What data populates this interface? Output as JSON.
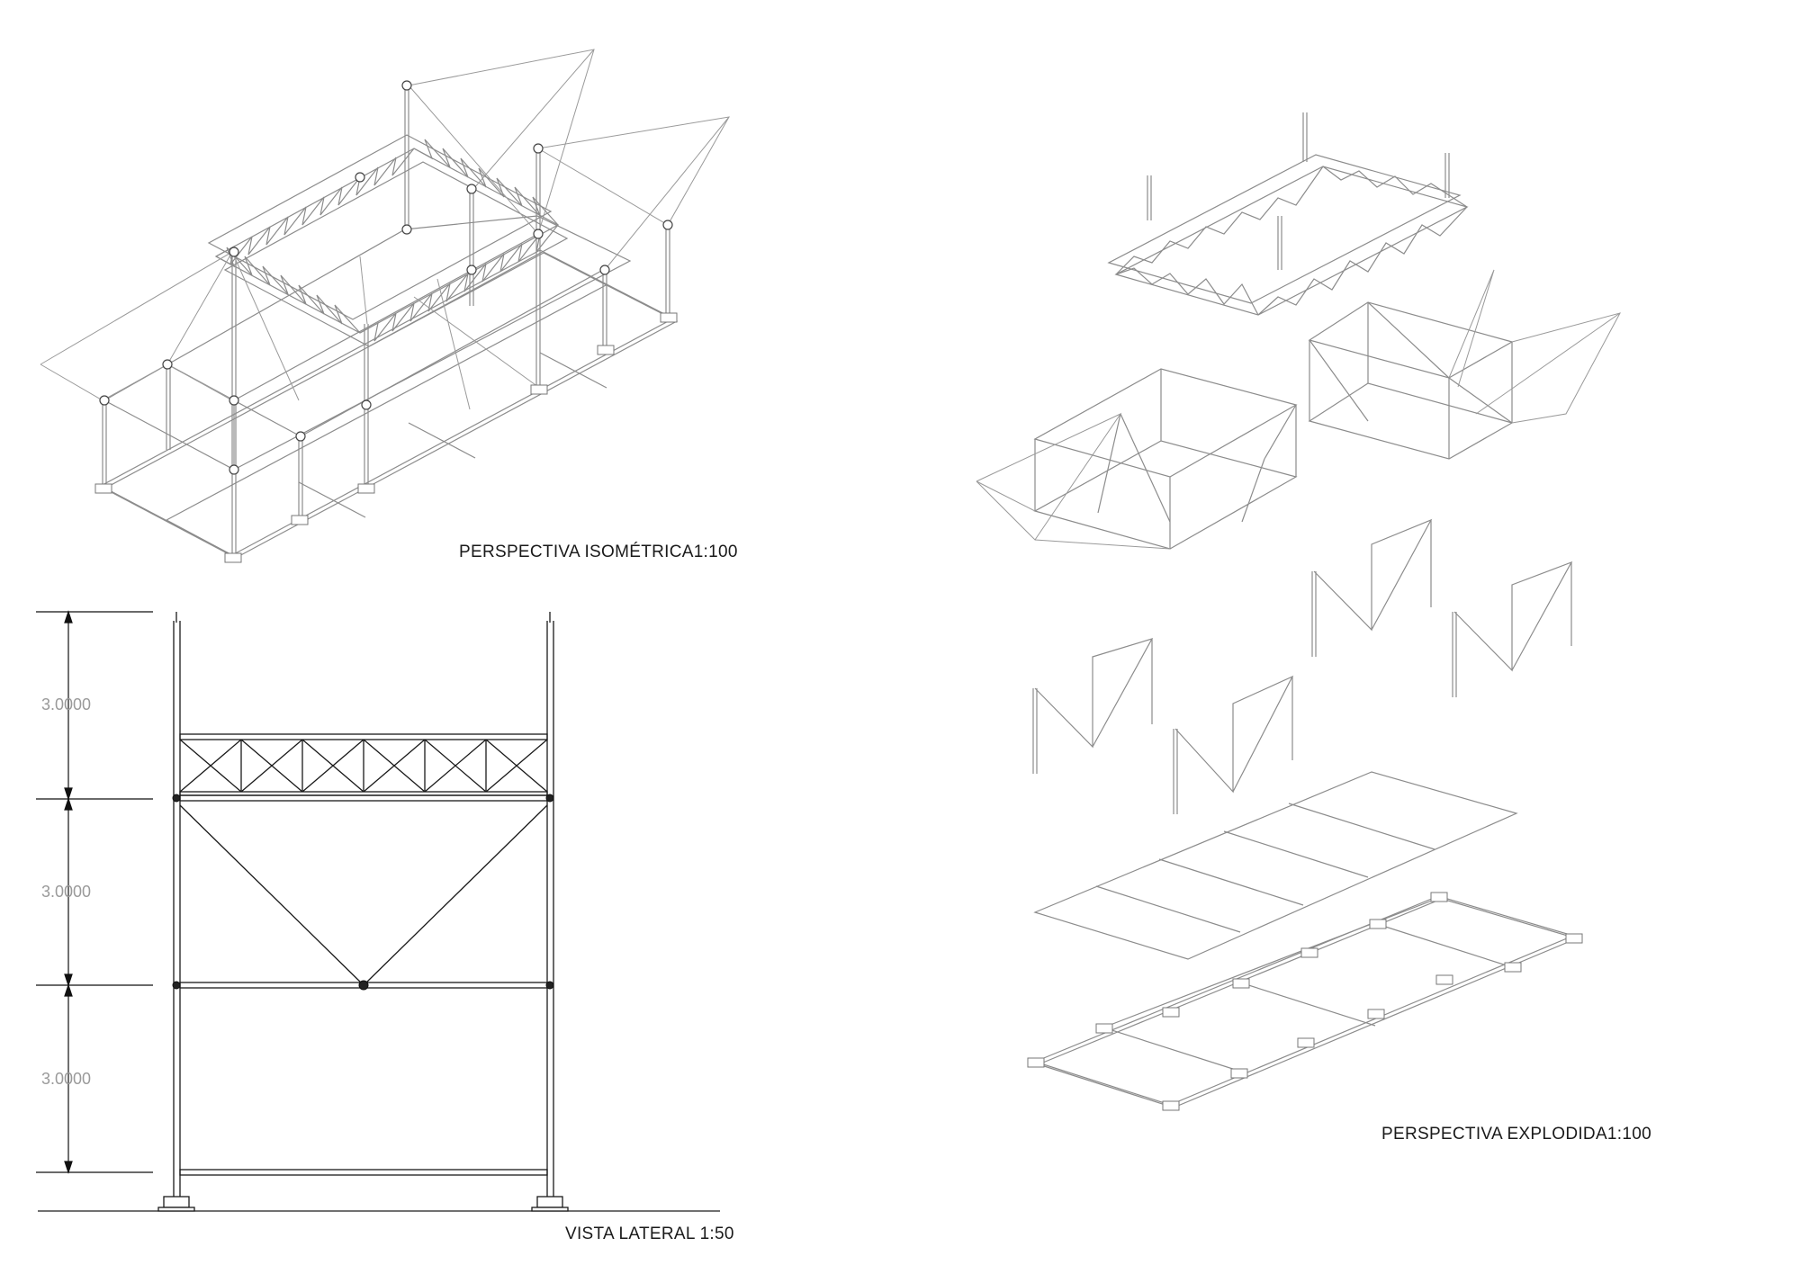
{
  "labels": {
    "iso": "PERSPECTIVA ISOMÉTRICA1:100",
    "side": "VISTA LATERAL 1:50",
    "exploded": "PERSPECTIVA EXPLODIDA1:100"
  },
  "dimensions": [
    "3.0000",
    "3.0000",
    "3.0000"
  ]
}
